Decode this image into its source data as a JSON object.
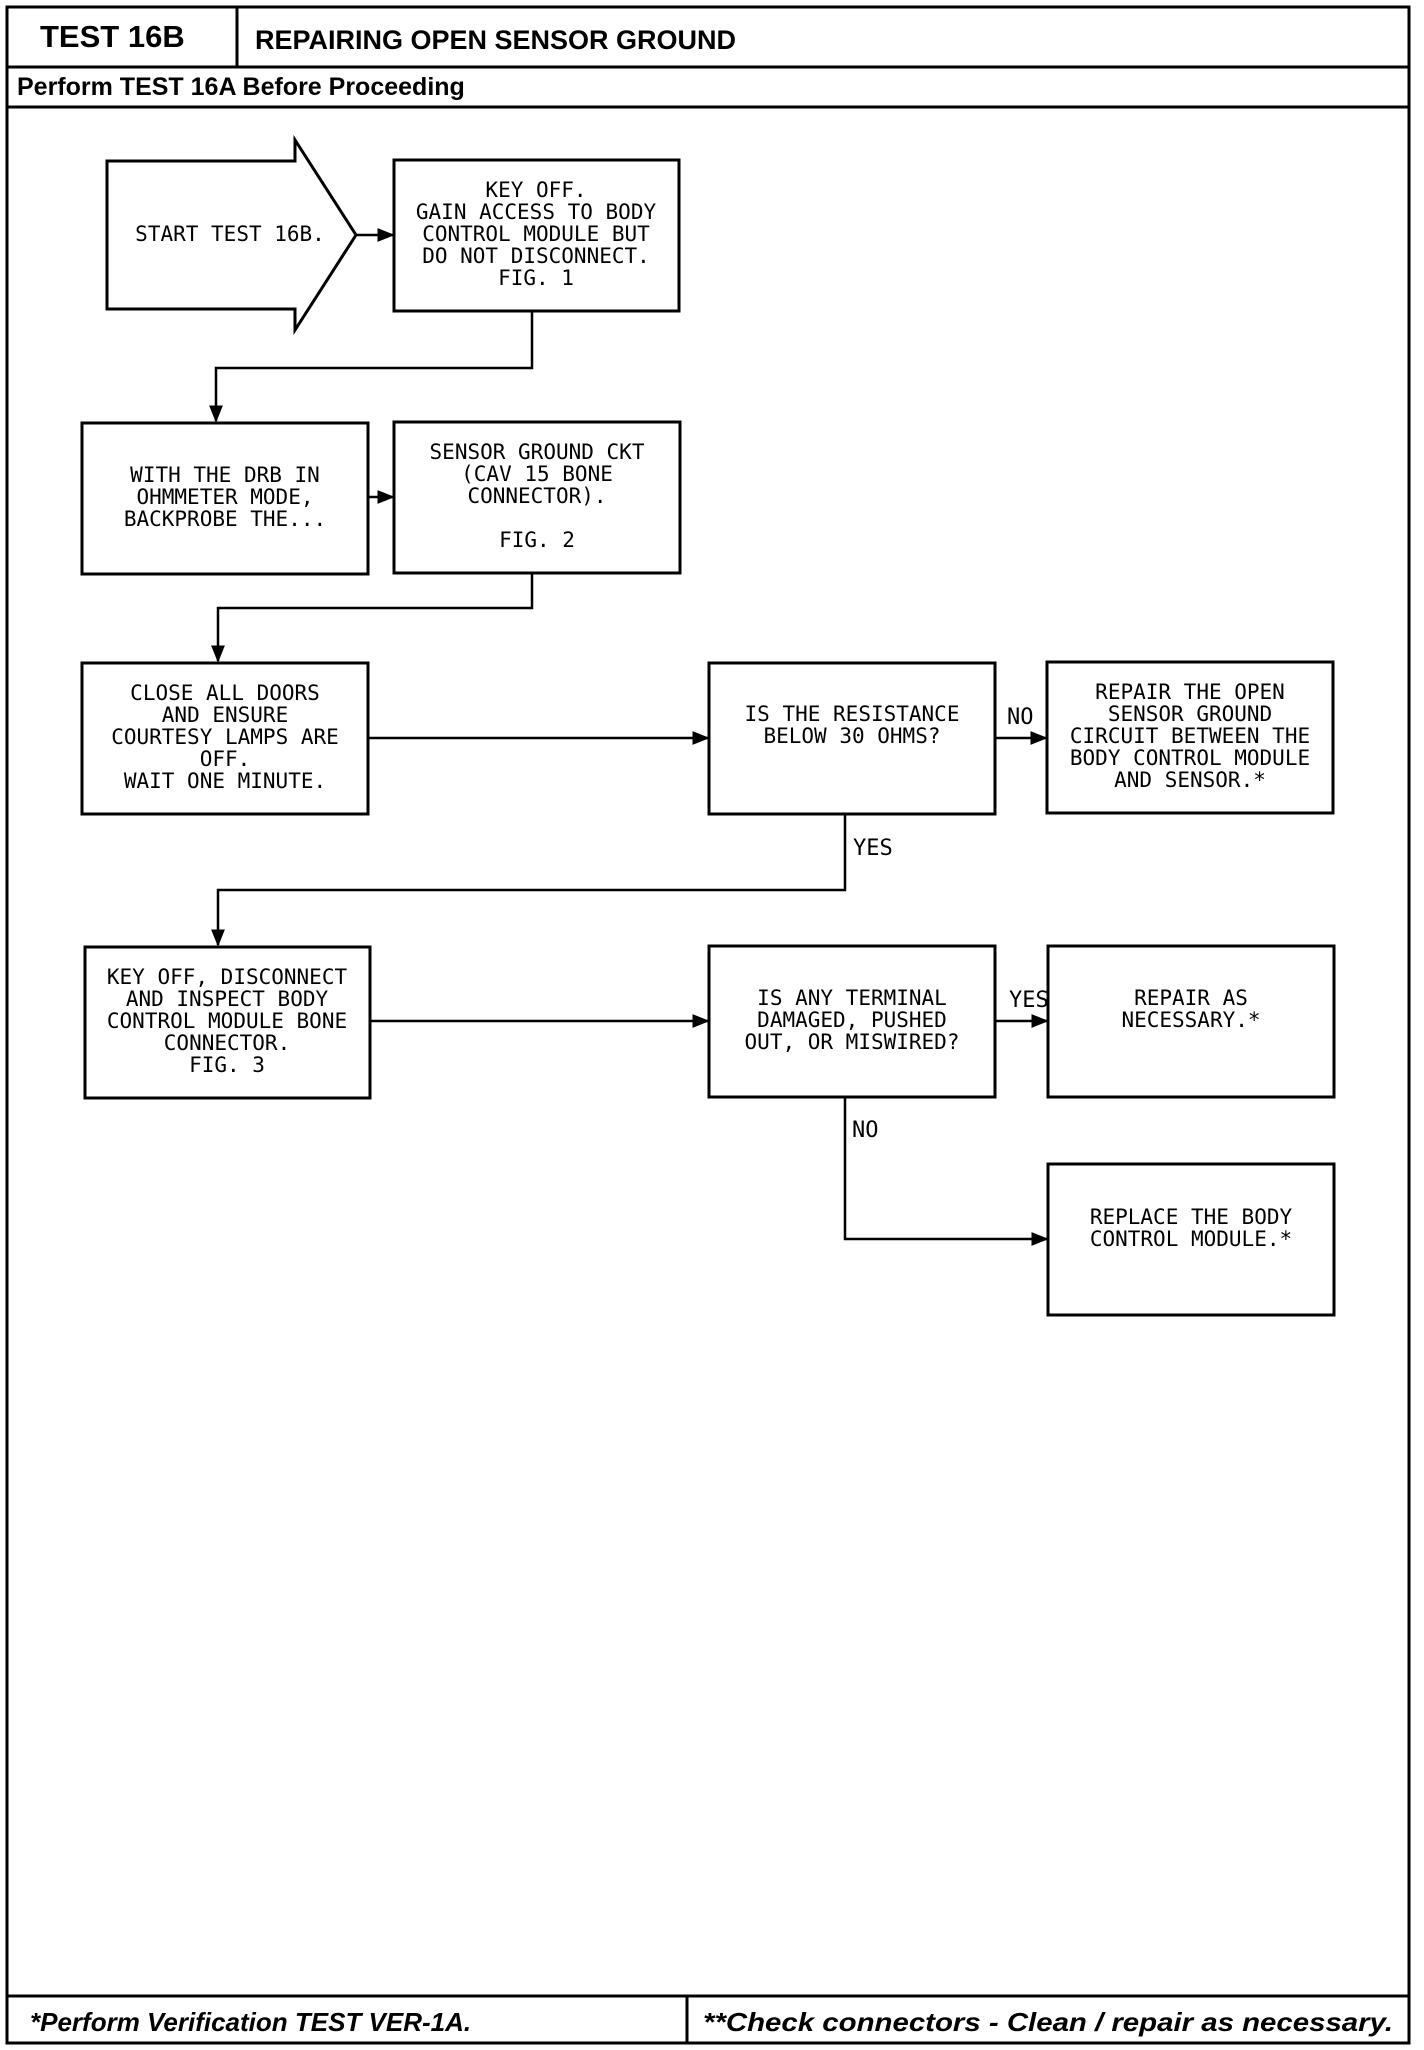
{
  "header": {
    "test_id": "TEST 16B",
    "title": "REPAIRING OPEN SENSOR GROUND",
    "subtitle": "Perform TEST 16A Before Proceeding"
  },
  "flow": {
    "start": [
      "START TEST 16B."
    ],
    "key_off": [
      "KEY OFF.",
      "GAIN ACCESS TO BODY",
      "CONTROL MODULE BUT",
      "DO NOT DISCONNECT.",
      "FIG. 1"
    ],
    "with_drb": [
      "WITH THE DRB IN",
      "OHMMETER MODE,",
      "BACKPROBE THE..."
    ],
    "sensor_ckt": [
      "SENSOR GROUND CKT",
      "(CAV 15 BONE",
      "CONNECTOR).",
      "",
      "FIG. 2"
    ],
    "close_doors": [
      "CLOSE ALL DOORS",
      "AND ENSURE",
      "COURTESY LAMPS ARE",
      "OFF.",
      "WAIT ONE MINUTE."
    ],
    "q_resistance": [
      "IS THE RESISTANCE",
      "BELOW 30 OHMS?"
    ],
    "repair_open": [
      "REPAIR THE OPEN",
      "SENSOR GROUND",
      "CIRCUIT BETWEEN THE",
      "BODY CONTROL MODULE",
      "AND SENSOR.*"
    ],
    "key_off_inspect": [
      "KEY OFF, DISCONNECT",
      "AND INSPECT BODY",
      "CONTROL MODULE BONE",
      "CONNECTOR.",
      "FIG. 3"
    ],
    "q_terminal": [
      "IS ANY TERMINAL",
      "DAMAGED, PUSHED",
      "OUT, OR MISWIRED?"
    ],
    "repair_nec": [
      "REPAIR AS",
      "NECESSARY.*"
    ],
    "replace_bcm": [
      "REPLACE THE BODY",
      "CONTROL MODULE.*"
    ]
  },
  "labels": {
    "no_1": "NO",
    "yes_1": "YES",
    "yes_2": "YES",
    "no_2": "NO"
  },
  "footer": {
    "left": "*Perform Verification TEST VER-1A.",
    "right": "**Check connectors - Clean / repair as necessary."
  }
}
